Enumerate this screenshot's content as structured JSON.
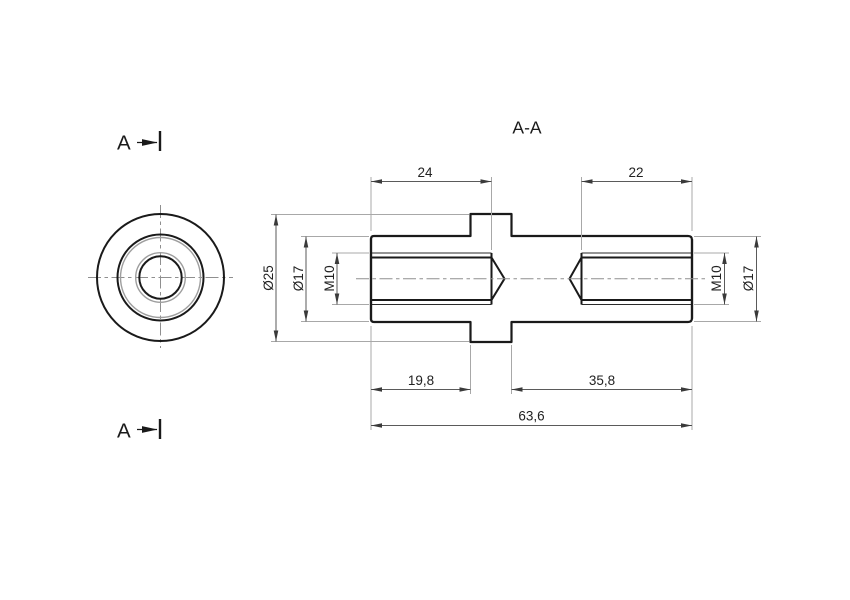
{
  "drawing": {
    "section_title": "A-A",
    "cut_line_label_top": "A",
    "cut_line_label_bottom": "A",
    "dimensions": {
      "thread_depth_left": "24",
      "thread_depth_right": "22",
      "flange_diameter": "Ø25",
      "body_diameter_left": "Ø17",
      "thread_size_left": "M10",
      "thread_size_right": "M10",
      "body_diameter_right": "Ø17",
      "segment_left": "19,8",
      "segment_right": "35,8",
      "total_length": "63,6"
    },
    "colors": {
      "background": "#ffffff",
      "outline": "#1a1a1a",
      "hatch": "#b8b8b8",
      "centerline": "#8f8f8f",
      "dimension_line": "#5a5a5a",
      "extension_line": "#a8a8a8",
      "arrow": "#3a3a3a",
      "text": "#222222"
    }
  }
}
